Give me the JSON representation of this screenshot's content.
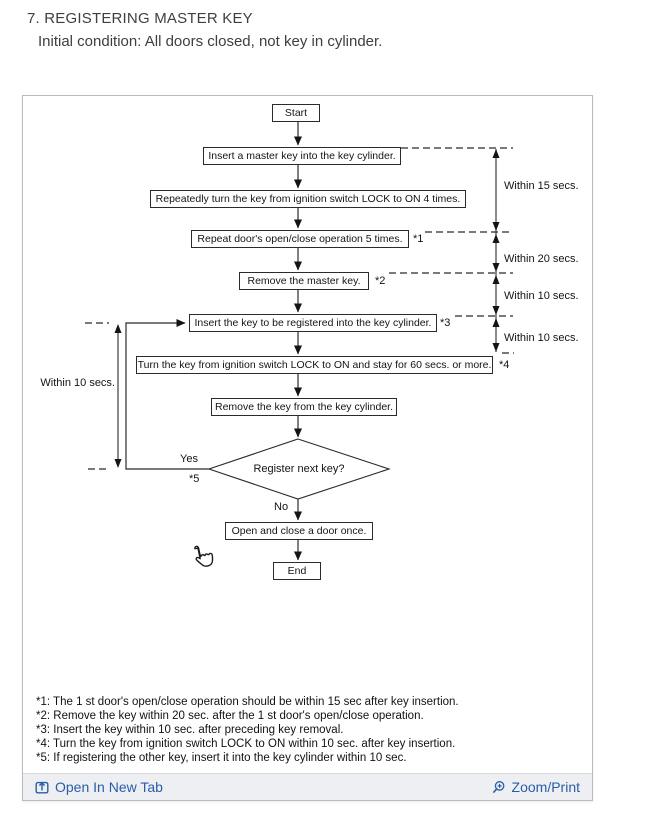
{
  "page": {
    "title": "7. REGISTERING MASTER KEY",
    "subtitle": "Initial condition: All doors closed, not key in cylinder."
  },
  "flowchart": {
    "nodes": {
      "start": "Start",
      "step1": "Insert a master key into the key cylinder.",
      "step2": "Repeatedly turn the key from ignition switch LOCK to ON 4 times.",
      "step3": "Repeat door's open/close operation 5 times.",
      "step3_ref": "*1",
      "step4": "Remove the master key.",
      "step4_ref": "*2",
      "step5": "Insert the key to be registered into the key cylinder.",
      "step5_ref": "*3",
      "step6": "Turn the key from ignition switch LOCK to ON and stay for 60 secs. or more.",
      "step6_ref": "*4",
      "step7": "Remove the key from the key cylinder.",
      "decision": "Register next key?",
      "decision_yes": "Yes",
      "decision_yes_ref": "*5",
      "decision_no": "No",
      "step8": "Open and close a door once.",
      "end": "End"
    },
    "timing_labels": {
      "right1": "Within 15 secs.",
      "right2": "Within 20 secs.",
      "right3": "Within 10 secs.",
      "right4": "Within 10 secs.",
      "left1": "Within 10 secs."
    },
    "footnotes": [
      "*1: The 1 st door's open/close operation should be within 15 sec after key insertion.",
      "*2: Remove the key within 20 sec. after the 1 st door's open/close operation.",
      "*3: Insert the key within 10 sec. after preceding key removal.",
      "*4: Turn the key from ignition switch LOCK to ON within 10 sec. after key insertion.",
      "*5: If registering the other key, insert it into the key cylinder within 10 sec."
    ]
  },
  "toolbar": {
    "open_new_tab": "Open In New Tab",
    "zoom_print": "Zoom/Print"
  },
  "icons": {
    "left": "open-in-new-tab-icon",
    "right": "zoom-magnifier-icon",
    "pointer": "hand-cursor-icon"
  },
  "colors": {
    "link": "#2A5DA8",
    "toolbar_bg": "#EDEFF2",
    "panel_border": "#B9BCBE",
    "ink": "#141414"
  }
}
